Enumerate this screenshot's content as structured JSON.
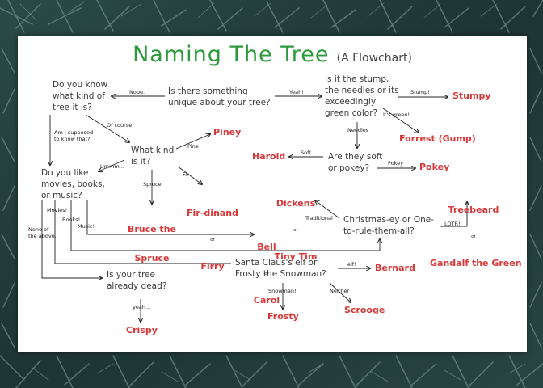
{
  "title": "Naming The Tree",
  "subtitle": "(A Flowchart)",
  "colors": {
    "title": "#2c9a3c",
    "answer": "#d83838",
    "text": "#3a3a3a",
    "background": "#1f3b3a"
  },
  "questions": {
    "q_unique": "Is there something\nunique about your tree?",
    "q_know": "Do you know\nwhat kind of\ntree it is?",
    "q_stump": "Is it the stump,\nthe needles or its\nexceedingly\ngreen color?",
    "q_kind": "What kind\nis it?",
    "q_soft": "Are they soft\nor pokey?",
    "q_media": "Do you like\nmovies, books,\nor music?",
    "q_xmas": "Christmas-ey or One-\nto-rule-them-all?",
    "q_santa": "Santa Claus's elf or\nFrosty the Snowman?",
    "q_dead": "Is your tree\nalready dead?"
  },
  "labels": {
    "nope": "Nope.",
    "yeah": "Yeah!",
    "stump": "Stump!",
    "green": "It's green!",
    "needles": "Needles",
    "am_i": "Am I supposed\nto know that?",
    "of_course": "Of course!",
    "pine": "Pine",
    "fir": "Fir",
    "spruce": "Spruce",
    "ummm": "Ummm...",
    "soft": "Soft",
    "pokey": "Pokey",
    "traditional": "Traditional",
    "lotr": "LOTR!",
    "movies": "Movies!",
    "books": "Books!",
    "music": "Music!",
    "none": "None of\nthe above.",
    "elf": "elf!",
    "snowman": "Snowman!",
    "neither": "Neither",
    "yeah2": "yeah..."
  },
  "answers": {
    "stumpy": "Stumpy",
    "forrest": "Forrest (Gump)",
    "harold": "Harold",
    "pokey": "Pokey",
    "piney": "Piney",
    "firdinand": "Fir-dinand",
    "firry": "Firry",
    "bruce1": "Bruce the",
    "bruce2": "Spruce",
    "dickens": "Dickens",
    "tinytim": "Tiny Tim",
    "treebeard": "Treebeard",
    "gandalf": "Gandalf the Green",
    "bell": "Bell",
    "carol": "Carol",
    "bernard": "Bernard",
    "frosty": "Frosty",
    "scrooge": "Scrooge",
    "crispy": "Crispy",
    "or": "or"
  }
}
